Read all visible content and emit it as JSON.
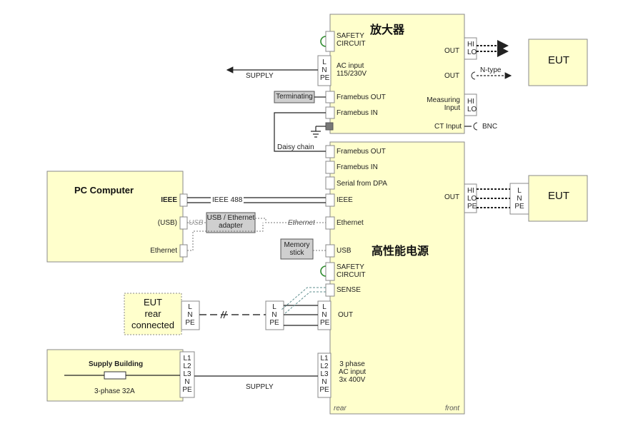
{
  "amplifier": {
    "title": "放大器",
    "safety_circuit": "SAFETY\nCIRCUIT",
    "ac_input_pins": "L\nN\nPE",
    "ac_input": "AC input\n115/230V",
    "supply": "SUPPLY",
    "terminating": "Terminating",
    "framebus_out": "Framebus OUT",
    "framebus_in": "Framebus IN",
    "daisy_chain": "Daisy chain",
    "out1": "OUT",
    "out1_pins": "HI\nLO",
    "out2": "OUT",
    "n_type": "N-type",
    "measuring_input": "Measuring\nInput",
    "measuring_pins": "HI\nLO",
    "ct_input": "CT Input",
    "bnc": "BNC"
  },
  "eut_top": "EUT",
  "power_source": {
    "title": "高性能电源",
    "framebus_out": "Framebus OUT",
    "framebus_in": "Framebus IN",
    "serial": "Serial from DPA",
    "ieee": "IEEE",
    "ethernet": "Ethernet",
    "usb": "USB",
    "safety_circuit": "SAFETY\nCIRCUIT",
    "sense": "SENSE",
    "out_pins": "L\nN\nPE",
    "out": "OUT",
    "ac_input_pins": "L1\nL2\nL3\nN\nPE",
    "ac_input": "3 phase\nAC input\n3x 400V",
    "rear": "rear",
    "front": "front",
    "front_out": "OUT",
    "front_out_pins": "HI\nLO\nPE"
  },
  "pc": {
    "title": "PC Computer",
    "ieee": "IEEE",
    "usb": "(USB)",
    "ethernet": "Ethernet"
  },
  "cables": {
    "ieee488": "IEEE 488",
    "usb": "USB",
    "usb_ethernet_adapter": "USB / Ethernet\nadapter",
    "ethernet": "Ethernet",
    "memory_stick": "Memory\nstick",
    "supply": "SUPPLY"
  },
  "eut_right": {
    "label": "EUT",
    "pins": "L\nN\nPE"
  },
  "eut_rear": {
    "label": "EUT\nrear\nconnected",
    "pins": "L\nN\nPE"
  },
  "intermediate_connector": {
    "pins": "L\nN\nPE"
  },
  "supply_building": {
    "title": "Supply Building",
    "rating": "3-phase 32A",
    "pins": "L1\nL2\nL3\nN\nPE"
  },
  "colors": {
    "unit_fill": "#ffffcc",
    "frame": "#8a8a8a",
    "wire": "#222222",
    "grey_box": "#cfcfcf",
    "sense_wire": "#5f8f8f",
    "safety_loop": "#2e8b2e"
  }
}
